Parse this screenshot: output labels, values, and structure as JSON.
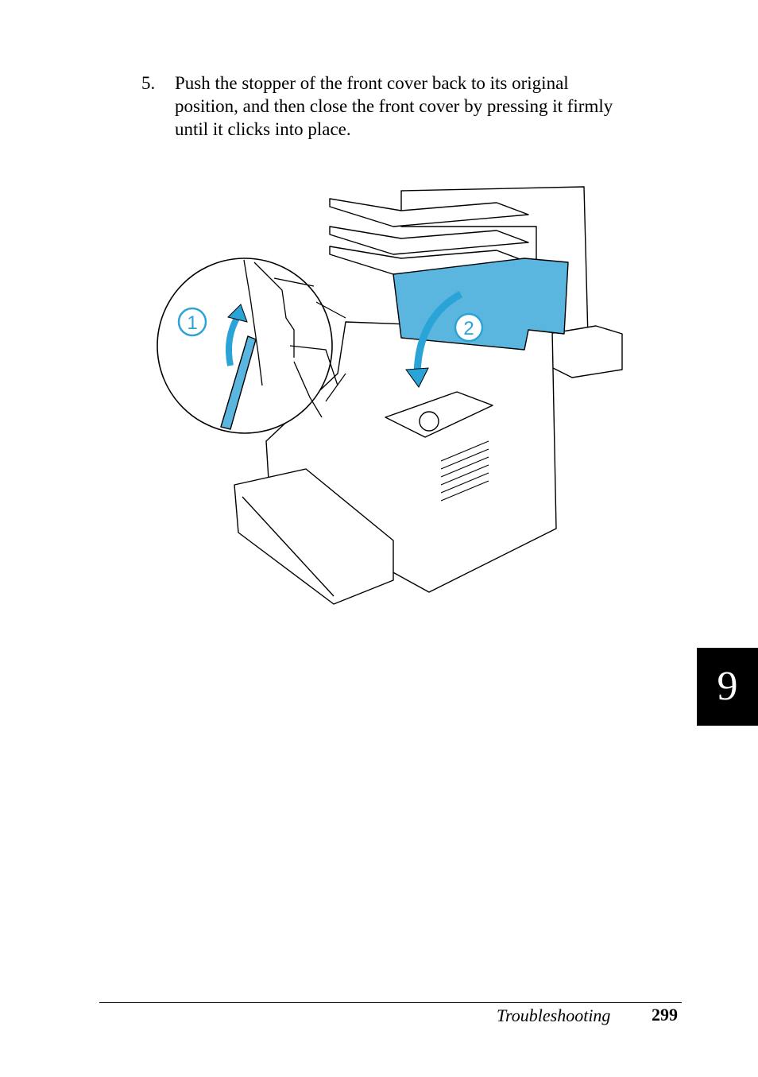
{
  "step": {
    "number": "5.",
    "lines": [
      "Push the stopper of the front cover back to its original",
      "position, and then close the front cover by pressing it firmly",
      "until it clicks into place."
    ]
  },
  "figure": {
    "callouts": [
      "1",
      "2"
    ],
    "highlight_color": "#5bb6df",
    "callout_color": "#2aa3d7"
  },
  "chapter_tab": {
    "number": "9"
  },
  "footer": {
    "section": "Troubleshooting",
    "page": "299"
  }
}
